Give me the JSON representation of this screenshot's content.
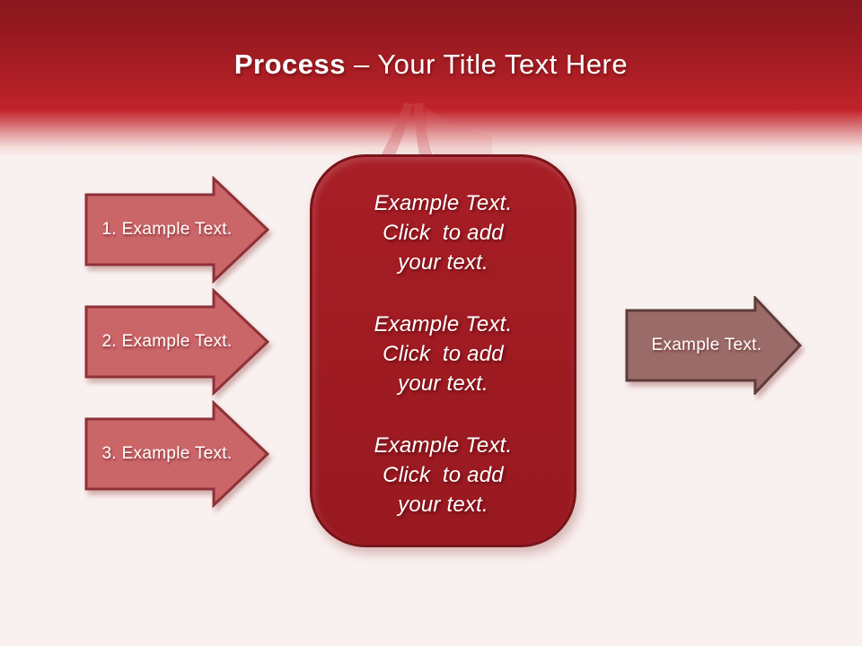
{
  "slide": {
    "title": {
      "bold": "Process",
      "rest": "– Your Title Text Here"
    }
  },
  "left_arrows": [
    {
      "label": "1. Example Text."
    },
    {
      "label": "2. Example Text."
    },
    {
      "label": "3. Example Text."
    }
  ],
  "panel": {
    "paragraphs": [
      {
        "line1": "Example Text.",
        "line2": "Click  to add",
        "line3": "your text."
      },
      {
        "line1": "Example Text.",
        "line2": "Click  to add",
        "line3": "your text."
      },
      {
        "line1": "Example Text.",
        "line2": "Click  to add",
        "line3": "your text."
      }
    ]
  },
  "right_arrow": {
    "label": "Example Text."
  },
  "colors": {
    "header_top": "#89171e",
    "header_bright": "#c2232b",
    "background": "#f9f1f0",
    "panel_fill": "#a21c23",
    "panel_fill_dark": "#991921",
    "panel_border": "#7a141b",
    "left_arrow_fill": "#ca6568",
    "left_arrow_border": "#8e3237",
    "right_arrow_fill": "#9a6b68",
    "right_arrow_border": "#5d3c39",
    "title_text": "#ffffff"
  }
}
